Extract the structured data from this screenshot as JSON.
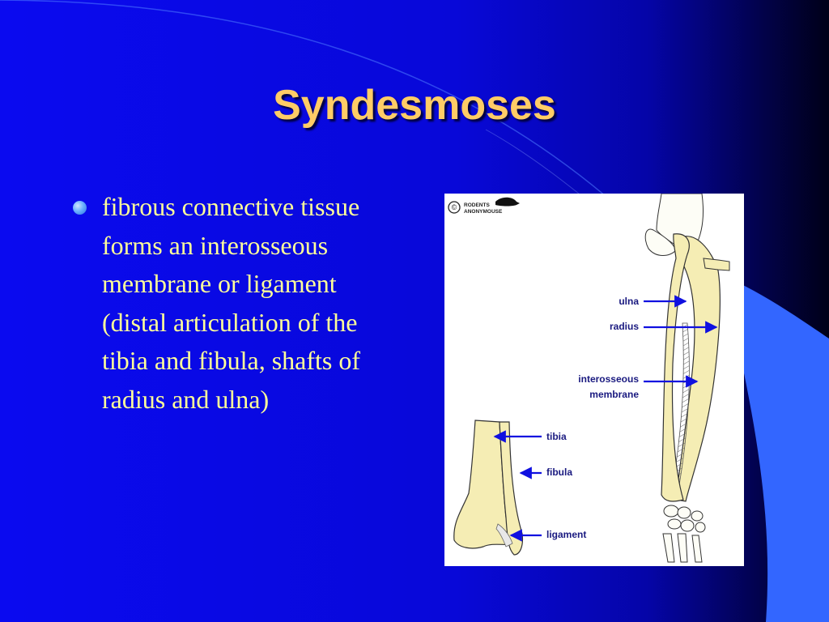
{
  "slide": {
    "title": "Syndesmoses",
    "bullets": [
      {
        "text": "fibrous connective tissue forms an interosseous membrane or ligament (distal articulation of the tibia and fibula, shafts of radius and ulna)"
      }
    ]
  },
  "figure": {
    "credit_line1": "RODENTS",
    "credit_line2": "ANONYMOUSE",
    "copyright_symbol": "©",
    "labels": {
      "ulna": "ulna",
      "radius": "radius",
      "interosseous_line1": "interosseous",
      "interosseous_line2": "membrane",
      "tibia": "tibia",
      "fibula": "fibula",
      "ligament": "ligament"
    }
  },
  "colors": {
    "title": "#ffcc66",
    "body_text": "#ffff99",
    "arrow": "#1010e0",
    "bone": "#f5edb4",
    "accent_panel": "#3366ff"
  }
}
